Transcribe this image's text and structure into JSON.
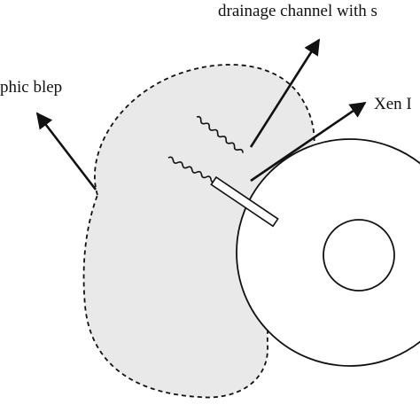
{
  "labels": {
    "bleb": "phic blep",
    "drainage": "drainage channel with s",
    "xen": "Xen I"
  },
  "colors": {
    "bleb_fill": "#e9e9e9",
    "stroke": "#111111",
    "eye_fill": "#ffffff"
  }
}
